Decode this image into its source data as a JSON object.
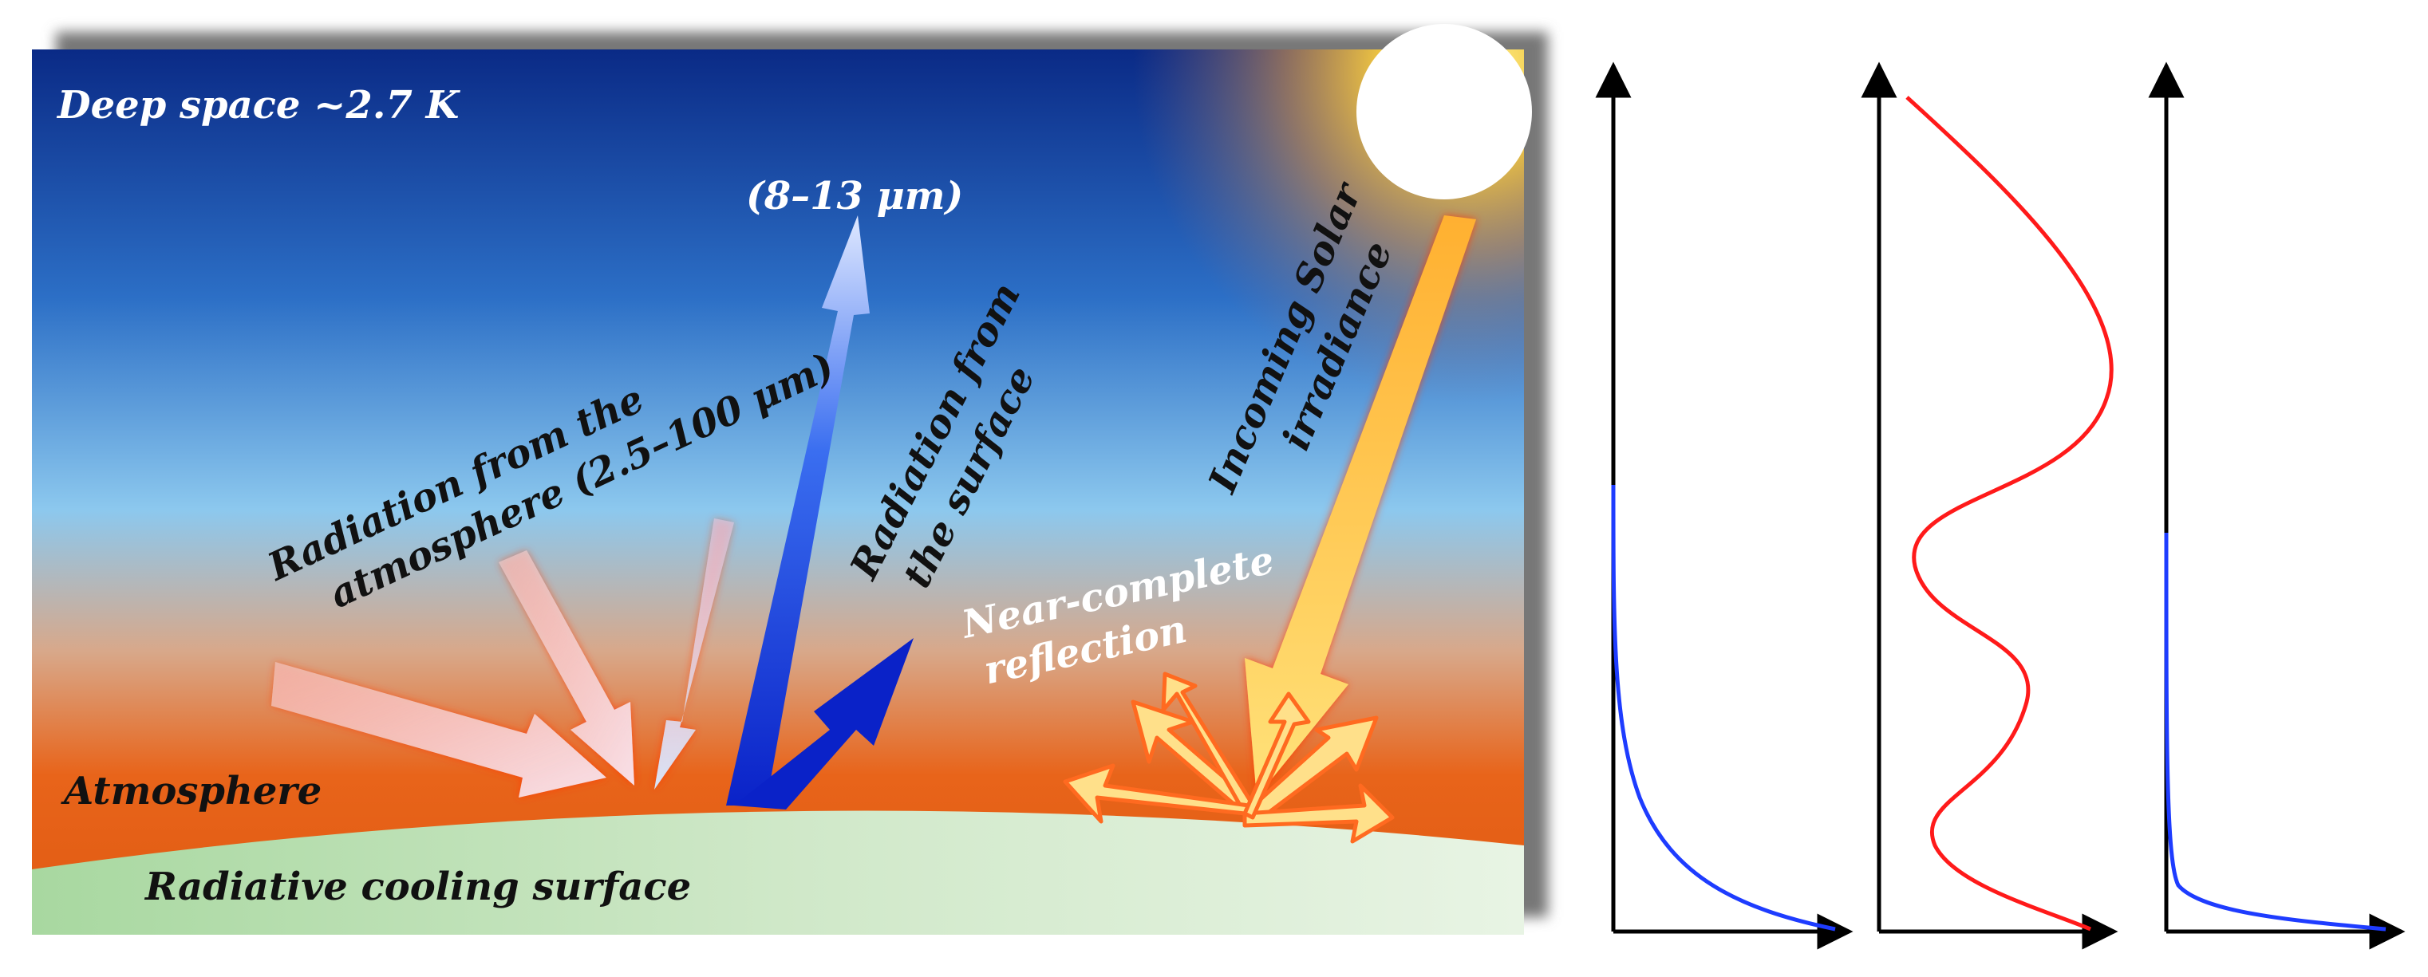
{
  "scene": {
    "labels": {
      "deep_space": "Deep space ~2.7 K",
      "window": "(8–13 μm)",
      "atm_radiation_line1": "Radiation from the",
      "atm_radiation_line2": "atmosphere (2.5–100 μm)",
      "surface_radiation_line1": "Radiation from",
      "surface_radiation_line2": "the surface",
      "solar_line1": "Incoming Solar",
      "solar_line2": "irradiance",
      "reflection_line1": "Near-complete",
      "reflection_line2": "reflection",
      "atmosphere": "Atmosphere",
      "surface": "Radiative cooling surface"
    },
    "colors": {
      "space": "#0a2a86",
      "sky_light": "#8cc8ee",
      "atmosphere": "#e8641a",
      "surface": "#cfe8c8",
      "sun": "#ffffff",
      "sun_glow": "#ffd23c",
      "surface_arrow": "#1436e0",
      "solar_arrow": "#ffc850",
      "atm_arrow": "#f0c8c0"
    }
  },
  "plots": {
    "colors": {
      "axis": "#000000",
      "decay_curve": "#1e3cff",
      "wave_curve": "#ff1a1a"
    }
  }
}
